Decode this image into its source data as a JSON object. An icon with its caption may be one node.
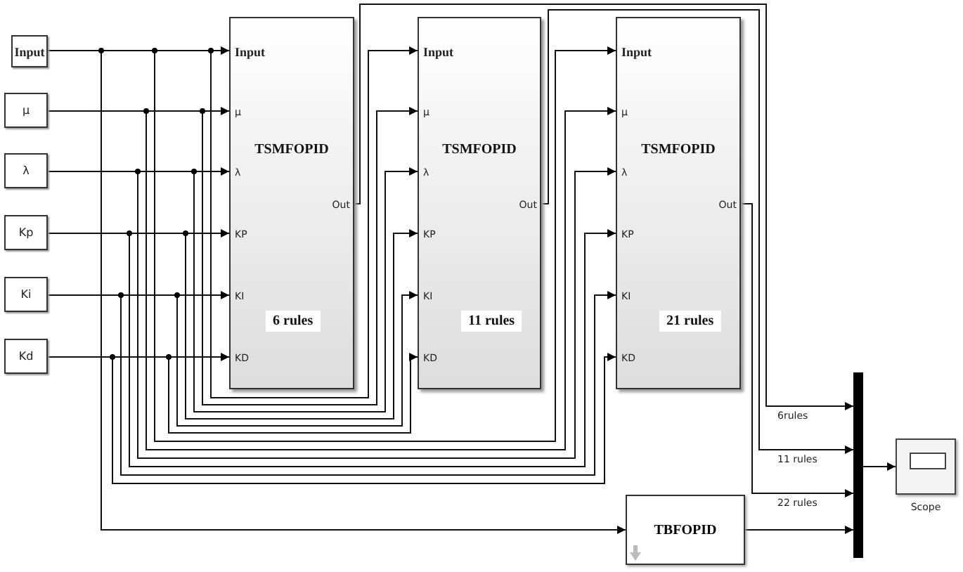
{
  "diagram": {
    "nodes": [
      {
        "text": [
          "Input"
        ]
      },
      {
        "text": [
          "μ"
        ]
      },
      {
        "text": [
          "λ"
        ]
      },
      {
        "text": [
          "Kp"
        ]
      },
      {
        "text": [
          "Ki"
        ]
      },
      {
        "text": [
          "Kd"
        ]
      },
      {
        "text": [
          "Input",
          "μ",
          "λ",
          "KP",
          "KI",
          "KD",
          "Out",
          "TSMFOPID",
          "6 rules"
        ]
      },
      {
        "text": [
          "Input",
          "μ",
          "λ",
          "KP",
          "KI",
          "KD",
          "Out",
          "TSMFOPID",
          "11 rules"
        ]
      },
      {
        "text": [
          "Input",
          "μ",
          "λ",
          "KP",
          "KI",
          "KD",
          "Out",
          "TSMFOPID",
          "21 rules"
        ]
      },
      {
        "text": [
          "TBFOPID"
        ]
      },
      {
        "text": [],
        "shape": "bar"
      },
      {
        "text": [
          "Scope"
        ]
      }
    ],
    "edges": [
      {
        "from": 0,
        "to": 6,
        "arrow": "to"
      },
      {
        "from": 1,
        "to": 6,
        "arrow": "to"
      },
      {
        "from": 2,
        "to": 6,
        "arrow": "to"
      },
      {
        "from": 3,
        "to": 6,
        "arrow": "to"
      },
      {
        "from": 4,
        "to": 6,
        "arrow": "to"
      },
      {
        "from": 5,
        "to": 6,
        "arrow": "to"
      },
      {
        "from": 0,
        "to": 7,
        "arrow": "to"
      },
      {
        "from": 1,
        "to": 7,
        "arrow": "to"
      },
      {
        "from": 2,
        "to": 7,
        "arrow": "to"
      },
      {
        "from": 3,
        "to": 7,
        "arrow": "to"
      },
      {
        "from": 4,
        "to": 7,
        "arrow": "to"
      },
      {
        "from": 5,
        "to": 7,
        "arrow": "to"
      },
      {
        "from": 0,
        "to": 8,
        "arrow": "to"
      },
      {
        "from": 1,
        "to": 8,
        "arrow": "to"
      },
      {
        "from": 2,
        "to": 8,
        "arrow": "to"
      },
      {
        "from": 3,
        "to": 8,
        "arrow": "to"
      },
      {
        "from": 4,
        "to": 8,
        "arrow": "to"
      },
      {
        "from": 5,
        "to": 8,
        "arrow": "to"
      },
      {
        "from": 0,
        "to": 9,
        "arrow": "to"
      },
      {
        "from": 6,
        "to": 10,
        "arrow": "to",
        "label": "6rules"
      },
      {
        "from": 7,
        "to": 10,
        "arrow": "to",
        "label": "11 rules"
      },
      {
        "from": 8,
        "to": 10,
        "arrow": "to",
        "label": "22 rules"
      },
      {
        "from": 9,
        "to": 10,
        "arrow": "to"
      },
      {
        "from": 10,
        "to": 11,
        "arrow": "to"
      }
    ]
  }
}
